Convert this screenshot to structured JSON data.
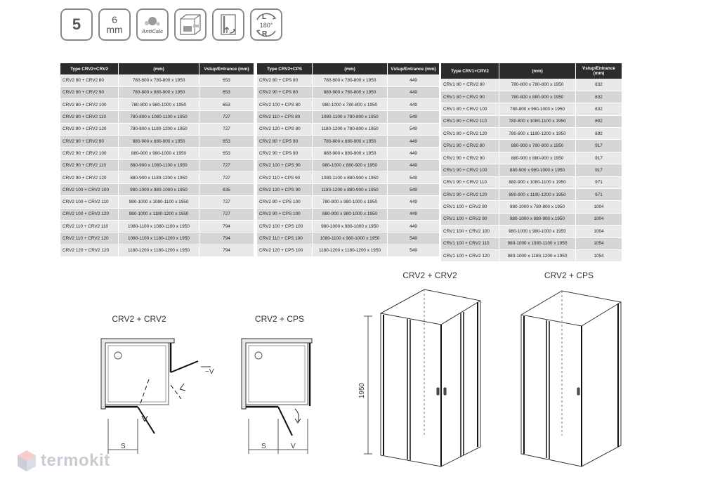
{
  "icons": {
    "count": "5",
    "thickness_value": "6",
    "thickness_unit": "mm",
    "coating_label": "AntiCalc",
    "rotation_top": "L",
    "rotation_angle": "180°",
    "rotation_bottom": "R"
  },
  "tables": [
    {
      "headers": [
        "Type CRV2+CRV2",
        "(mm)",
        "Vstup/Entrance (mm)"
      ],
      "rows": [
        [
          "CRV2 80 + CRV2 80",
          "780-800 x 780-800 x 1950",
          "653"
        ],
        [
          "CRV2 80 + CRV2 90",
          "780-800 x 880-900 x 1950",
          "653"
        ],
        [
          "CRV2 80 + CRV2 100",
          "780-800 x 980-1000 x 1950",
          "653"
        ],
        [
          "CRV2 80 + CRV2 110",
          "780-800 x 1080-1100 x 1950",
          "727"
        ],
        [
          "CRV2 80 + CRV2 120",
          "780-800 x 1180-1200 x 1950",
          "727"
        ],
        [
          "CRV2 90 + CRV2 90",
          "880-900 x 880-900 x 1950",
          "653"
        ],
        [
          "CRV2 90 + CRV2 100",
          "880-900 x 980-1000 x 1950",
          "653"
        ],
        [
          "CRV2 90 + CRV2 110",
          "880-900 x 1080-1100 x 1950",
          "727"
        ],
        [
          "CRV2 90 + CRV2 120",
          "880-900 x 1180-1200 x 1950",
          "727"
        ],
        [
          "CRV2 100 + CRV2 100",
          "980-1000 x 980-1000 x 1950",
          "635"
        ],
        [
          "CRV2 100 + CRV2 110",
          "980-1000 x 1080-1100 x 1950",
          "727"
        ],
        [
          "CRV2 100 + CRV2 120",
          "980-1000 x 1180-1200 x 1950",
          "727"
        ],
        [
          "CRV2 110 + CRV2 110",
          "1080-1100 x 1080-1100 x 1950",
          "794"
        ],
        [
          "CRV2 110 + CRV2 120",
          "1080-1100 x 1180-1200 x 1950",
          "794"
        ],
        [
          "CRV2 120 + CRV2 120",
          "1180-1200 x 1180-1200 x 1950",
          "794"
        ]
      ]
    },
    {
      "headers": [
        "Type CRV2+CPS",
        "(mm)",
        "Vstup/Entrance (mm)"
      ],
      "rows": [
        [
          "CRV2 80 + CPS 80",
          "780-800 x 780-800 x 1950",
          "449"
        ],
        [
          "CRV2 90 + CPS 80",
          "880-900 x 780-800 x 1950",
          "449"
        ],
        [
          "CRV2 100 + CPS 80",
          "980-1000 x 780-800 x 1950",
          "449"
        ],
        [
          "CRV2 110 + CPS 80",
          "1080-1100 x 780-800 x 1950",
          "549"
        ],
        [
          "CRV2 120 + CPS 80",
          "1180-1200 x 780-800 x 1950",
          "549"
        ],
        [
          "CRV2 80 + CPS 90",
          "780-800 x 880-900 x 1950",
          "449"
        ],
        [
          "CRV2 90 + CPS  90",
          "880-900 x 880-900 x 1950",
          "449"
        ],
        [
          "CRV2 100 + CPS 90",
          "980-1000 x 880-900 x 1950",
          "449"
        ],
        [
          "CRV2 110 + CPS 90",
          "1080-1100 x 880-900 x 1950",
          "549"
        ],
        [
          "CRV2 120 + CPS 90",
          "1180-1200 x 880-900 x 1950",
          "549"
        ],
        [
          "CRV2 80 + CPS 100",
          "780-800 x 980-1000 x 1950",
          "449"
        ],
        [
          "CRV2 90 + CPS 100",
          "880-900 x 980-1000 x 1950",
          "449"
        ],
        [
          "CRV2 100 + CPS 100",
          "980-1000 x 980-1000 x 1950",
          "449"
        ],
        [
          "CRV2 110 + CPS 100",
          "1080-1100 x 980-1000 x 1950",
          "549"
        ],
        [
          "CRV2 120 + CPS 100",
          "1180-1200 x 1180-1200 x 1950",
          "549"
        ]
      ]
    },
    {
      "headers": [
        "Type CRV1+CRV2",
        "(mm)",
        "Vstup/Entrance (mm)"
      ],
      "rows": [
        [
          "CRV1 80 + CRV2 80",
          "780-800 x 780-800 x 1950",
          "832"
        ],
        [
          "CRV1 80 + CRV2 90",
          "780-800 x 880-900 x 1950",
          "832"
        ],
        [
          "CRV1 80 + CRV2 100",
          "780-800 x 980-1000 x 1950",
          "832"
        ],
        [
          "CRV1 80 + CRV2 110",
          "780-800 x 1080-1100 x 1950",
          "892"
        ],
        [
          "CRV1 80 + CRV2 120",
          "780-800 x 1180-1200 x 1950",
          "892"
        ],
        [
          "CRV1 90 + CRV2 80",
          "880-900 x 780-800 x 1950",
          "917"
        ],
        [
          "CRV1 90 + CRV2 90",
          "880-900 x 880-900 x 1950",
          "917"
        ],
        [
          "CRV1 90 + CRV2 100",
          "880-900 x 980-1000 x 1950",
          "917"
        ],
        [
          "CRV1 90 + CRV2 110",
          "880-900 x 1080-1100 x 1950",
          "971"
        ],
        [
          "CRV1 90 + CRV2 120",
          "880-900 x 1180-1200 x 1950",
          "971"
        ],
        [
          "CRV1 100 + CRV2 80",
          "980-1000 x 780-800 x 1950",
          "1004"
        ],
        [
          "CRV1 100 + CRV2 90",
          "980-1000 x 880-900 x 1950",
          "1004"
        ],
        [
          "CRV1 100 + CRV2 100",
          "980-1000 x 980-1000 x 1950",
          "1004"
        ],
        [
          "CRV1 100 + CRV2 110",
          "980-1000 x 1080-1100 x 1950",
          "1054"
        ],
        [
          "CRV1 100 + CRV2 120",
          "980-1000 x 1180-1200 x 1950",
          "1054"
        ]
      ]
    }
  ],
  "drawings": {
    "plan1_title": "CRV2 + CRV2",
    "plan2_title": "CRV2 + CPS",
    "view1_title": "CRV2 + CRV2",
    "view2_title": "CRV2 + CPS",
    "label_s": "S",
    "label_v": "V",
    "label_tilde_v": "~V",
    "height": "1950"
  },
  "brand": {
    "name": "termokit"
  }
}
